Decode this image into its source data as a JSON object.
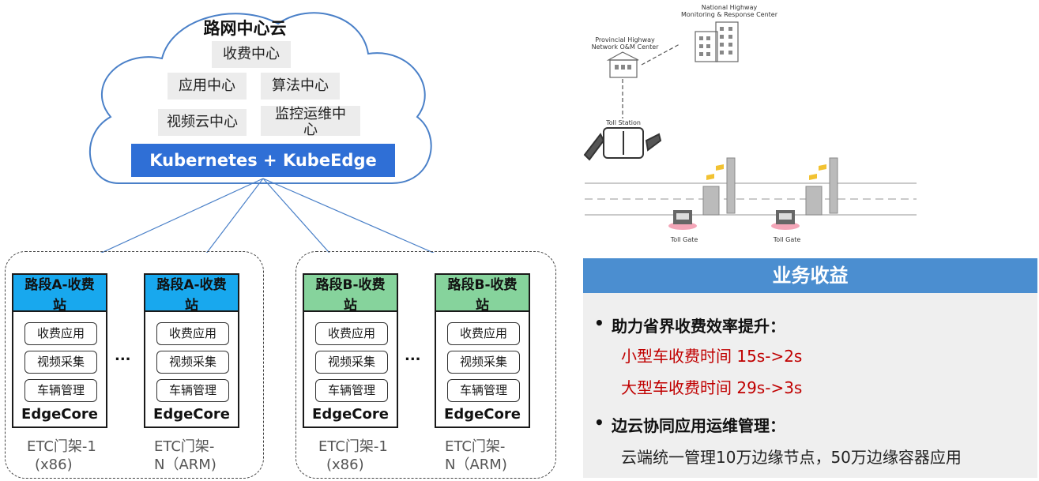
{
  "cloud": {
    "title": "路网中心云",
    "services": [
      "收费中心",
      "应用中心",
      "算法中心",
      "视频云中心",
      "监控运维中",
      "心"
    ],
    "platform": "Kubernetes + KubeEdge"
  },
  "stations": [
    {
      "header_line1": "路段A-收费",
      "header_line2": "站",
      "apps": [
        "收费应用",
        "视频采集",
        "车辆管理"
      ],
      "core": "EdgeCore",
      "gantry_line1": "ETC门架-1",
      "gantry_line2": "(x86)"
    },
    {
      "header_line1": "路段A-收费",
      "header_line2": "站",
      "apps": [
        "收费应用",
        "视频采集",
        "车辆管理"
      ],
      "core": "EdgeCore",
      "gantry_line1": "ETC门架-",
      "gantry_line2": "N（ARM)"
    },
    {
      "header_line1": "路段B-收费",
      "header_line2": "站",
      "apps": [
        "收费应用",
        "视频采集",
        "车辆管理"
      ],
      "core": "EdgeCore",
      "gantry_line1": "ETC门架-1",
      "gantry_line2": "(x86)"
    },
    {
      "header_line1": "路段B-收费",
      "header_line2": "站",
      "apps": [
        "收费应用",
        "视频采集",
        "车辆管理"
      ],
      "core": "EdgeCore",
      "gantry_line1": "ETC门架-",
      "gantry_line2": "N（ARM)"
    }
  ],
  "ellipsis": "...",
  "topology": {
    "national_line1": "National Highway",
    "national_line2": "Monitoring & Response Center",
    "provincial_line1": "Provincial  Highway",
    "provincial_line2": "Network O&M Center",
    "toll_station": "Toll Station",
    "toll_gate_1": "Toll Gate",
    "toll_gate_2": "Toll Gate"
  },
  "benefits": {
    "title": "业务收益",
    "bullet": "•",
    "item1_title": "助力省界收费效率提升：",
    "item1_line1": "小型车收费时间 15s->2s",
    "item1_line2": "大型车收费时间 29s->3s",
    "item2_title": "边云协同应用运维管理：",
    "item2_line1": "云端统一管理10万边缘节点，50万边缘容器应用"
  },
  "colors": {
    "platform_blue": "#2f6fd6",
    "station_a": "#18a8ee",
    "station_b": "#86d39c",
    "benefit_header": "#4b8ed0",
    "benefit_red": "#c00000"
  }
}
